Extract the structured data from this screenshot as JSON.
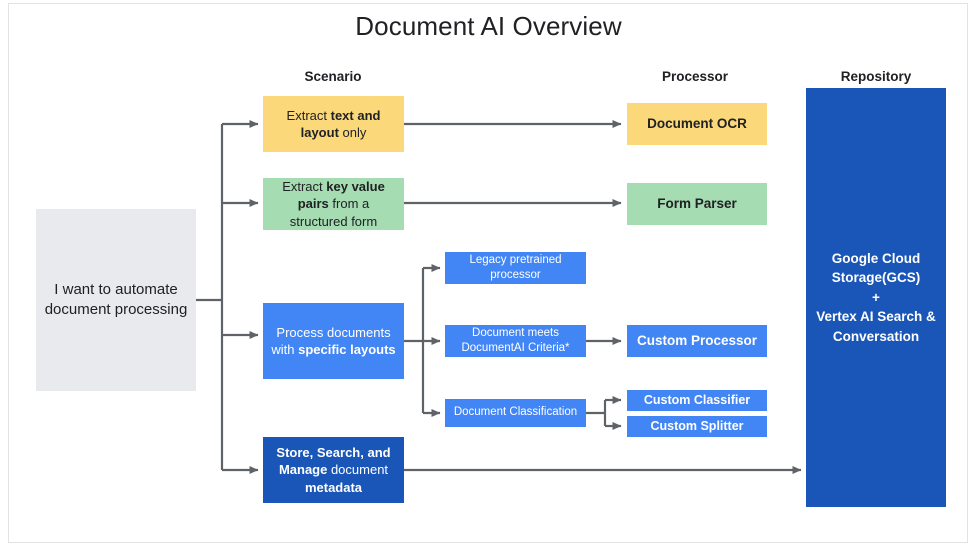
{
  "page": {
    "title": "Document AI Overview",
    "background": "#ffffff",
    "border_color": "#e3e3e3"
  },
  "columns": [
    {
      "id": "scenario",
      "label": "Scenario"
    },
    {
      "id": "processor",
      "label": "Processor"
    },
    {
      "id": "repository",
      "label": "Repository"
    }
  ],
  "colors": {
    "start_box": "#e8eaed",
    "yellow": "#fbd97b",
    "green": "#a6dcb2",
    "blue": "#4285f4",
    "dark_blue": "#1a56b8",
    "connector": "#5f6368",
    "text_dark": "#202124",
    "text_light": "#ffffff"
  },
  "start": {
    "label": "I want to automate document processing"
  },
  "scenarios": [
    {
      "id": "text-and-layout",
      "text_plain": "Extract text and layout only",
      "lead": "Extract ",
      "bold": "text and layout",
      "tail": " only",
      "color": "yellow"
    },
    {
      "id": "key-value-pairs",
      "text_plain": "Extract key value pairs from a structured form",
      "lead": "Extract ",
      "bold": "key value pairs",
      "tail": " from a structured form",
      "color": "green"
    },
    {
      "id": "specific-layouts",
      "text_plain": "Process documents with specific layouts",
      "lead": "Process documents with ",
      "bold": "specific layouts",
      "tail": "",
      "color": "blue"
    },
    {
      "id": "store-search-manage",
      "text_plain": "Store, Search, and Manage document metadata",
      "lead": "",
      "bold": "Store, Search, and Manage",
      "mid": " document ",
      "bold2": "metadata",
      "color": "dark_blue"
    }
  ],
  "criteria": [
    {
      "id": "legacy-pretrained-processor",
      "label": "Legacy pretrained processor"
    },
    {
      "id": "document-meets-criteria",
      "label": "Document meets DocumentAI Criteria*"
    },
    {
      "id": "document-classification",
      "label": "Document Classification"
    }
  ],
  "processors": [
    {
      "id": "document-ocr",
      "label": "Document OCR",
      "color": "yellow"
    },
    {
      "id": "form-parser",
      "label": "Form Parser",
      "color": "green"
    },
    {
      "id": "custom-processor",
      "label": "Custom Processor",
      "color": "blue"
    },
    {
      "id": "custom-classifier",
      "label": "Custom Classifier",
      "color": "blue"
    },
    {
      "id": "custom-splitter",
      "label": "Custom Splitter",
      "color": "blue"
    }
  ],
  "repository": {
    "line1": "Google Cloud",
    "line2": "Storage(GCS)",
    "line3": "+",
    "line4": "Vertex AI Search &",
    "line5": "Conversation"
  }
}
